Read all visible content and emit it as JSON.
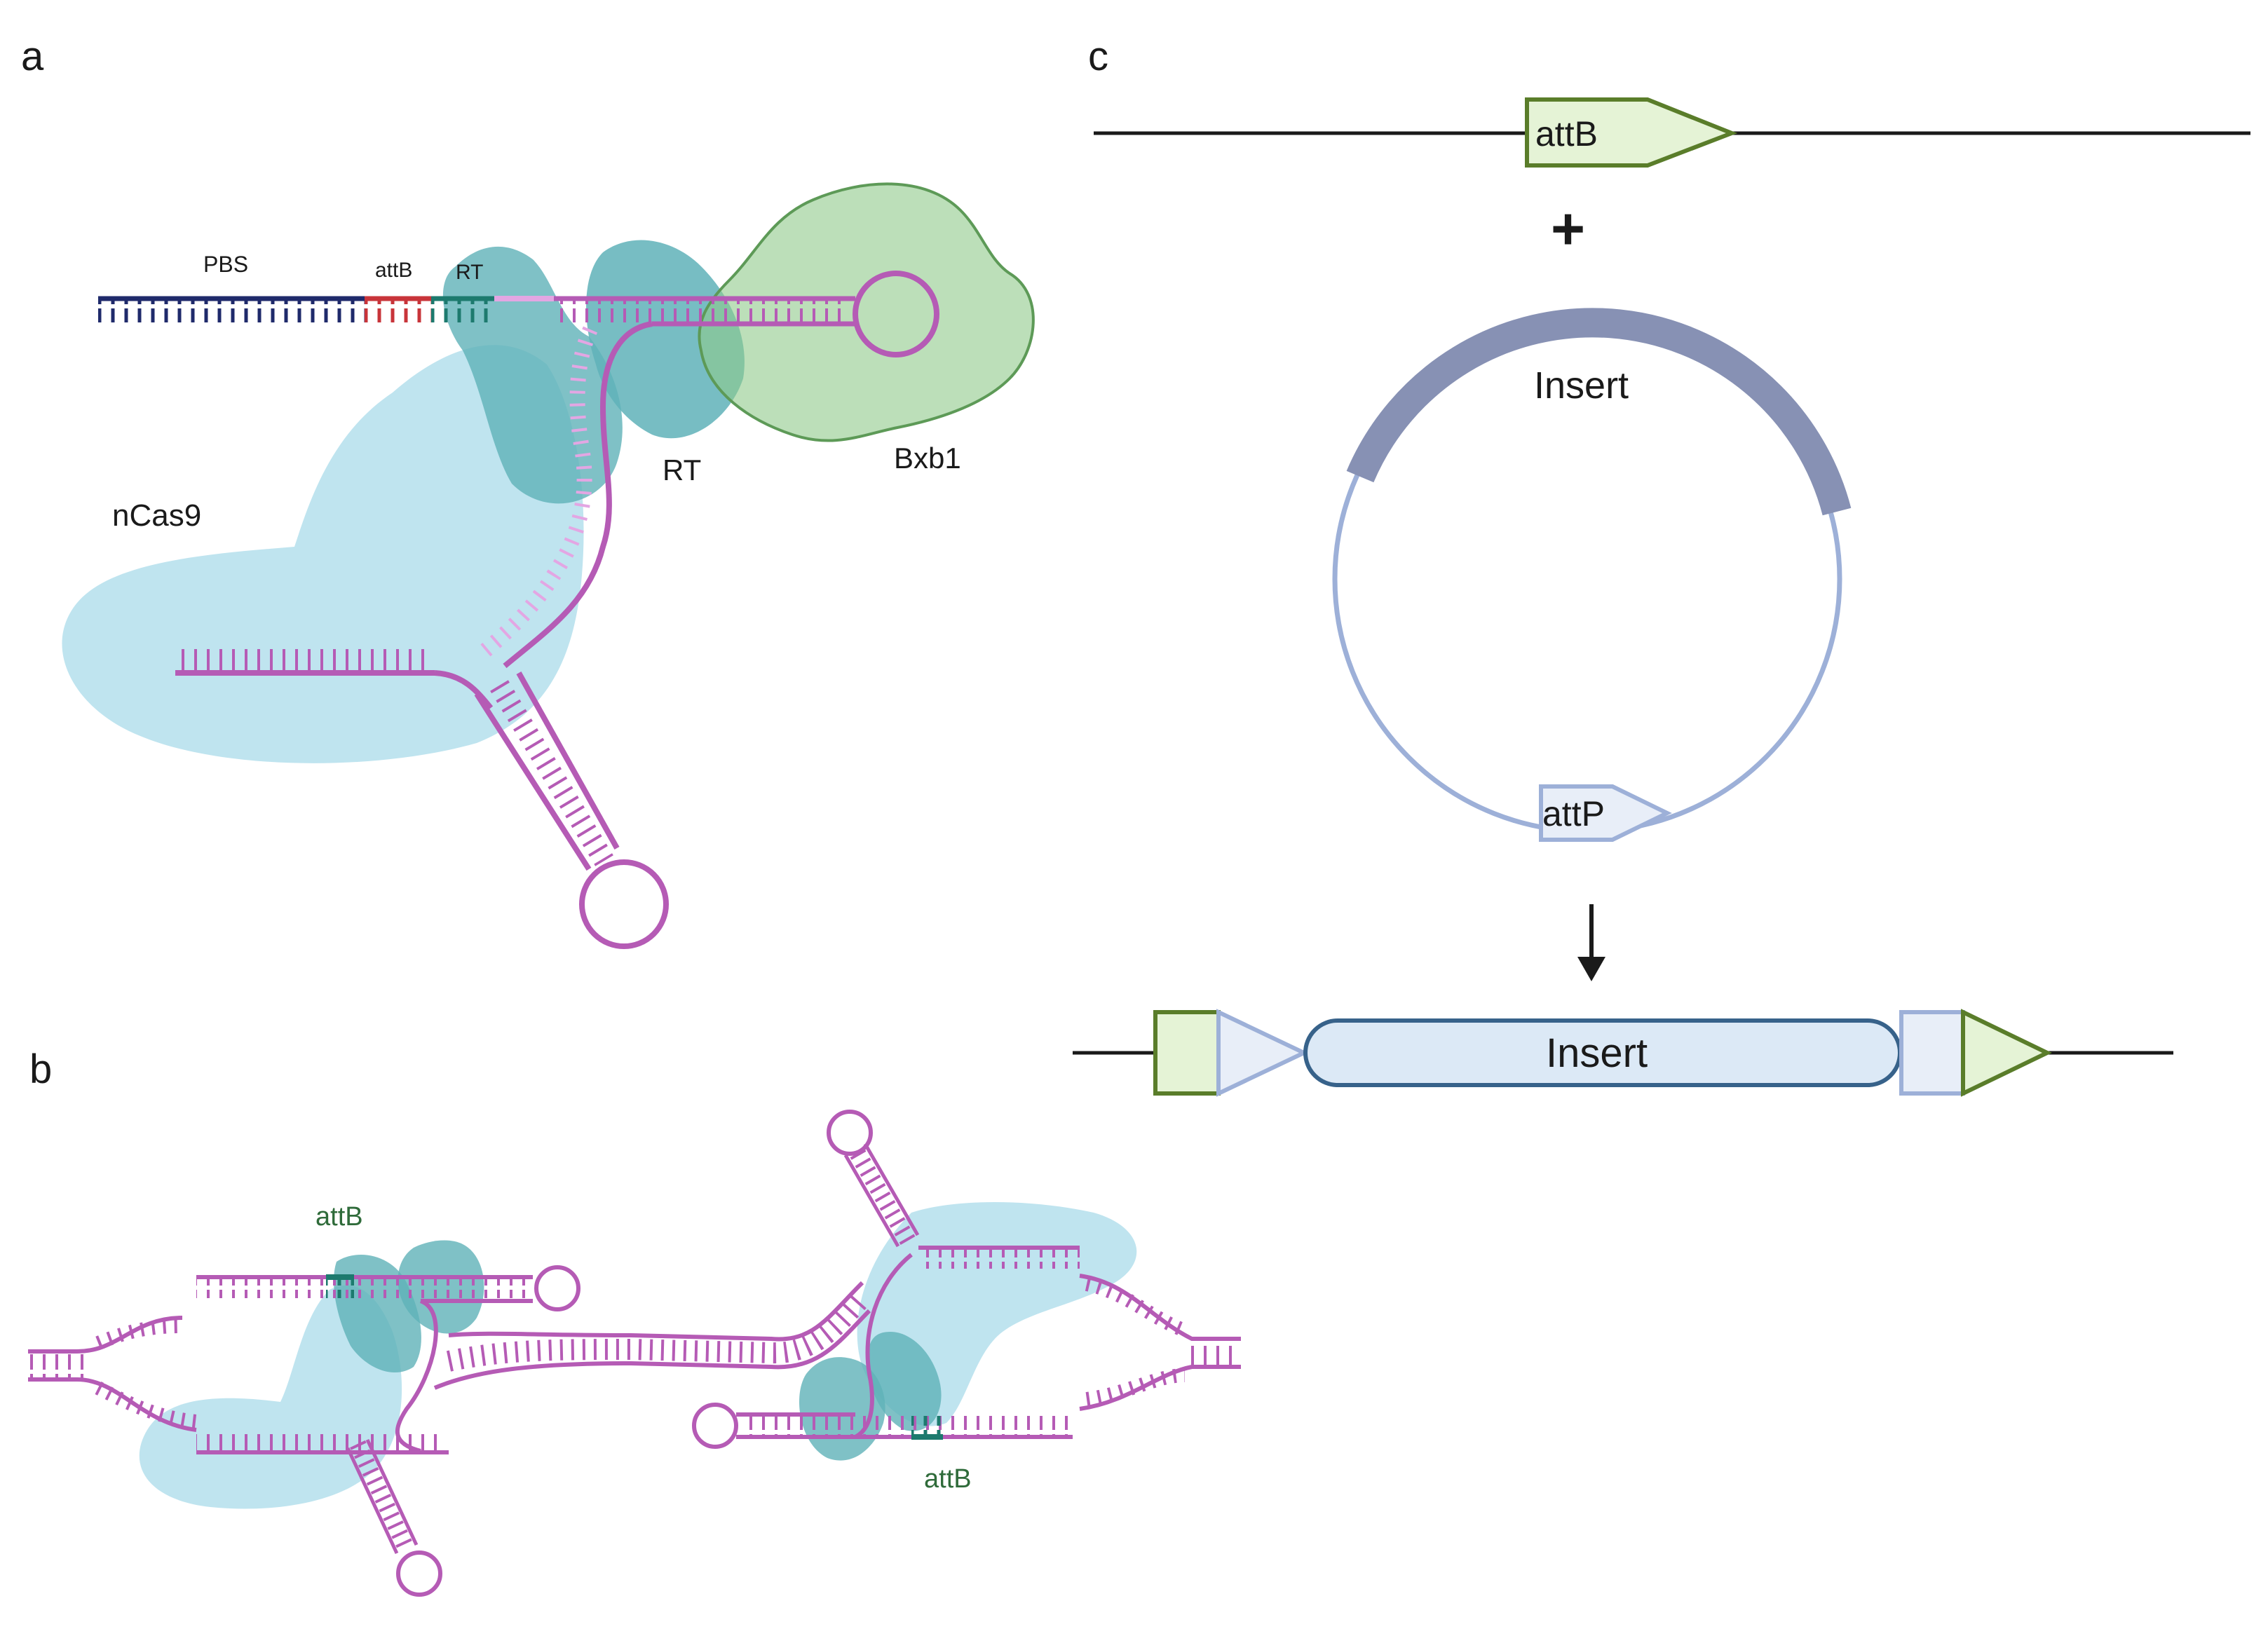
{
  "panels": {
    "a": "a",
    "b": "b",
    "c": "c"
  },
  "panel_a": {
    "labels": {
      "pbs": "PBS",
      "attb": "attB",
      "rt_small": "RT",
      "rt": "RT",
      "bxb1": "Bxb1",
      "ncas9": "nCas9"
    }
  },
  "panel_b": {
    "labels": {
      "attb_left": "attB",
      "attb_right": "attB"
    }
  },
  "panel_c": {
    "labels": {
      "attb": "attB",
      "plus": "+",
      "insert_plasmid": "Insert",
      "attp": "attP",
      "insert_product": "Insert"
    }
  },
  "colors": {
    "rna": "#b55bb5",
    "rna_light": "#e3a6e3",
    "pbs": "#1f2a6b",
    "attb_red": "#c8343a",
    "rt_teal": "#1d7a6e",
    "ncas9": "#a9dbe9",
    "rt_protein": "#5fb1b8",
    "bxb1": "#8fc98a",
    "attb_green_fill": "#e5f3d6",
    "attb_green_stroke": "#5a7d2a",
    "insert_arc": "#8791b4",
    "plasmid": "#9db0d8",
    "insert_fill": "#dce9f6",
    "insert_stroke": "#37628a",
    "attp_fill": "#e8eef8"
  }
}
